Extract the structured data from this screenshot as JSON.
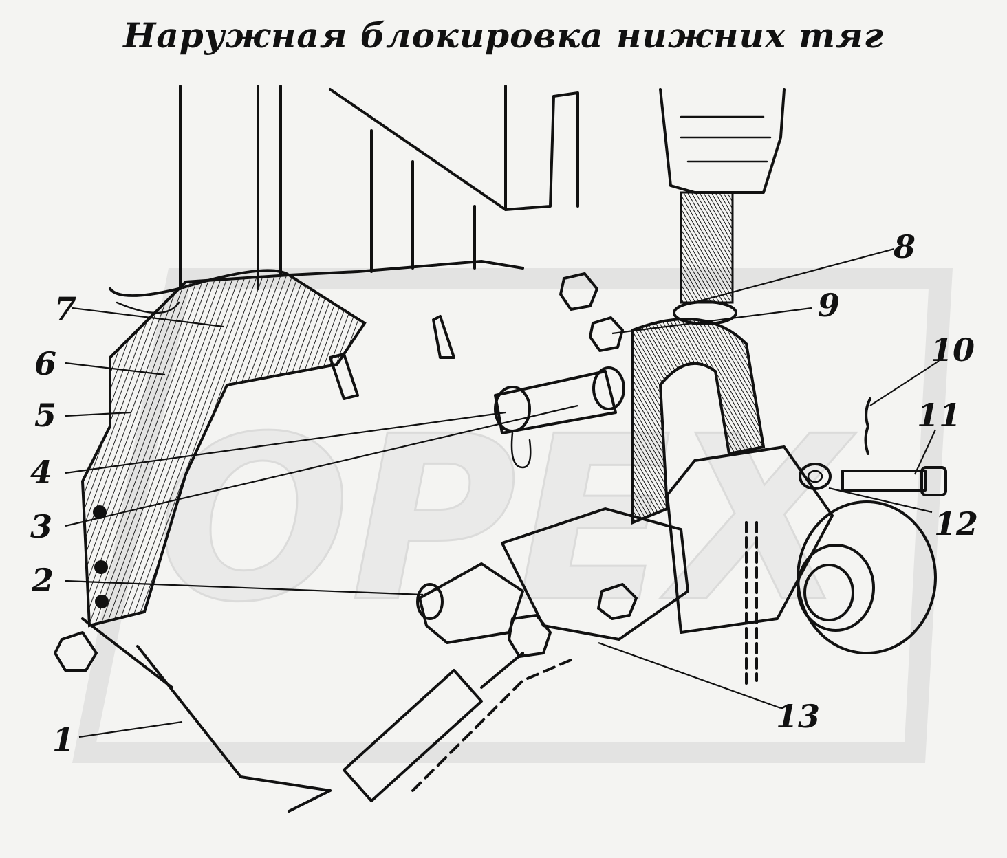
{
  "title": "Наружная блокировка нижних тяг",
  "watermark": "ОРЕХ",
  "colors": {
    "ink": "#111111",
    "background": "#f4f4f2",
    "watermark": "#d2d2d2"
  },
  "callouts": [
    "1",
    "2",
    "3",
    "4",
    "5",
    "6",
    "7",
    "8",
    "9",
    "10",
    "11",
    "12",
    "13"
  ]
}
